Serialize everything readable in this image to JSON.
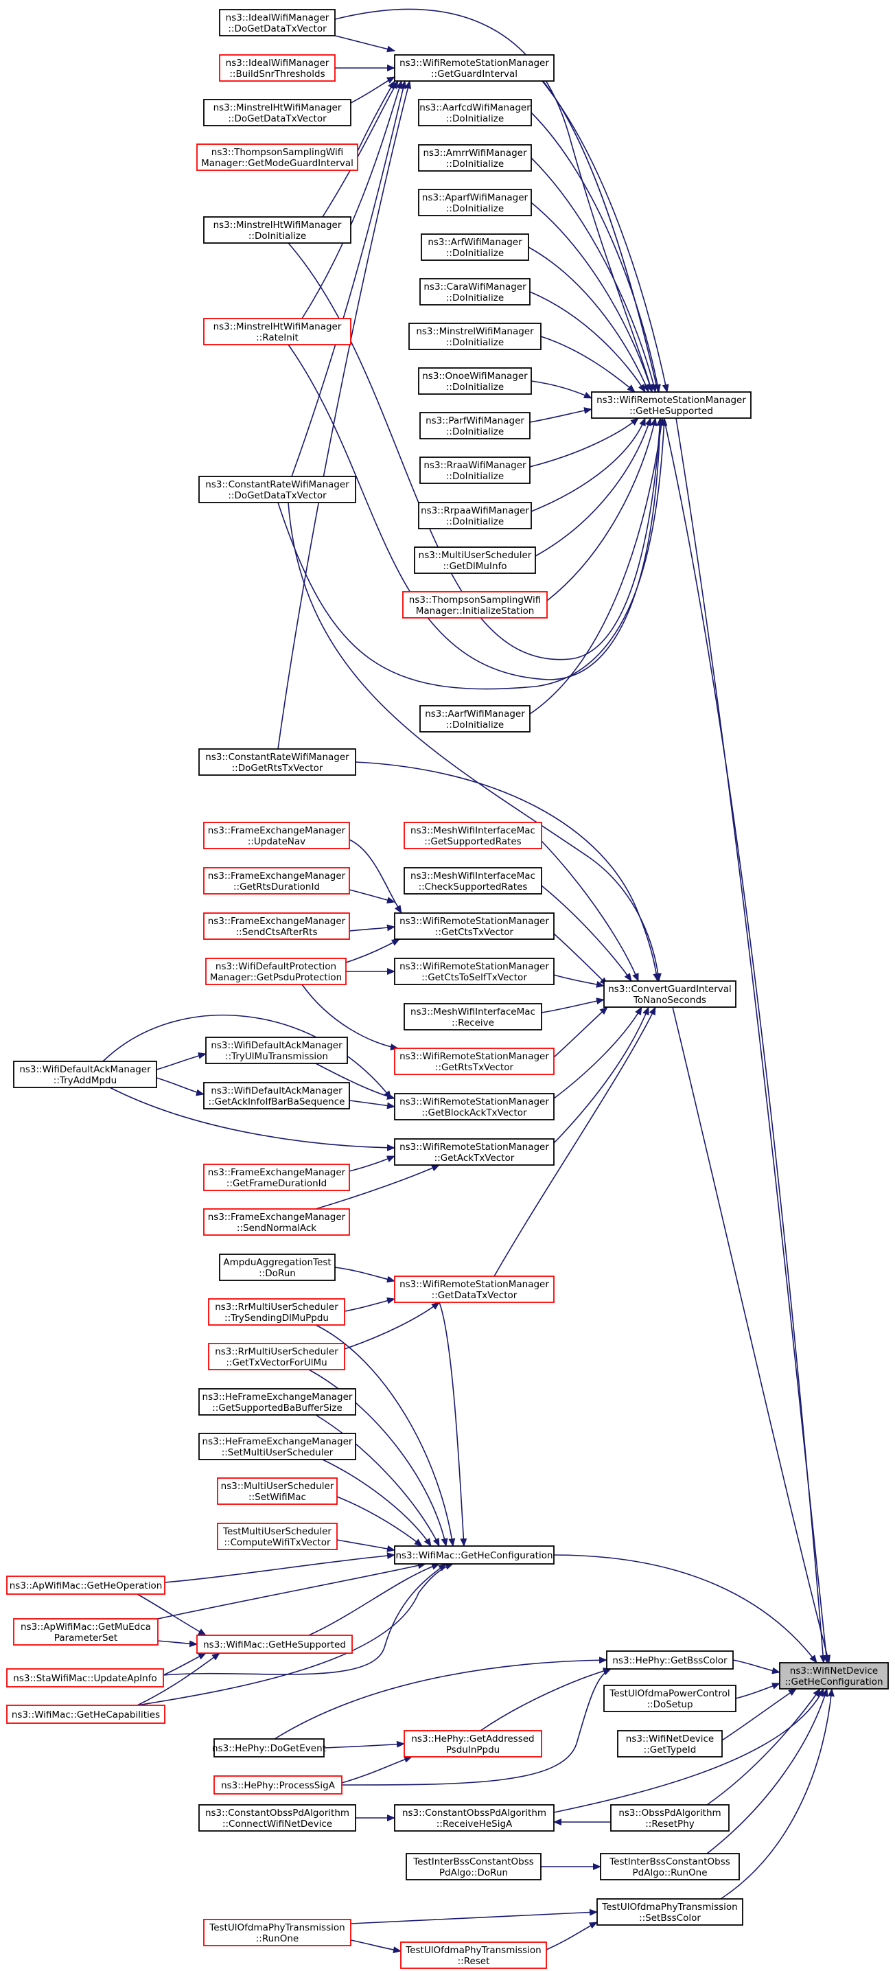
{
  "diagram": {
    "kind": "caller-graph",
    "colors": {
      "edge": "#191970",
      "node_border": "#000000",
      "node_border_incomplete": "#ff0000",
      "root_fill": "#bfbfbf"
    },
    "nodes": [
      {
        "id": "ideal_dodata",
        "l1": "ns3::IdealWifiManager",
        "l2": "::DoGetDataTxVector",
        "style": "black"
      },
      {
        "id": "ideal_snr",
        "l1": "ns3::IdealWifiManager",
        "l2": "::BuildSnrThresholds",
        "style": "red"
      },
      {
        "id": "minstrelht_dodata",
        "l1": "ns3::MinstrelHtWifiManager",
        "l2": "::DoGetDataTxVector",
        "style": "black"
      },
      {
        "id": "thompson_mgi",
        "l1": "ns3::ThompsonSamplingWifi",
        "l2": "Manager::GetModeGuardInterval",
        "style": "red"
      },
      {
        "id": "minstrelht_init",
        "l1": "ns3::MinstrelHtWifiManager",
        "l2": "::DoInitialize",
        "style": "black"
      },
      {
        "id": "minstrelht_rate",
        "l1": "ns3::MinstrelHtWifiManager",
        "l2": "::RateInit",
        "style": "red"
      },
      {
        "id": "constrate_dodata",
        "l1": "ns3::ConstantRateWifiManager",
        "l2": "::DoGetDataTxVector",
        "style": "black"
      },
      {
        "id": "constrate_dorts",
        "l1": "ns3::ConstantRateWifiManager",
        "l2": "::DoGetRtsTxVector",
        "style": "black"
      },
      {
        "id": "getguard",
        "l1": "ns3::WifiRemoteStationManager",
        "l2": "::GetGuardInterval",
        "style": "black"
      },
      {
        "id": "aarfcd_init",
        "l1": "ns3::AarfcdWifiManager",
        "l2": "::DoInitialize",
        "style": "black"
      },
      {
        "id": "amrr_init",
        "l1": "ns3::AmrrWifiManager",
        "l2": "::DoInitialize",
        "style": "black"
      },
      {
        "id": "aparf_init",
        "l1": "ns3::AparfWifiManager",
        "l2": "::DoInitialize",
        "style": "black"
      },
      {
        "id": "arf_init",
        "l1": "ns3::ArfWifiManager",
        "l2": "::DoInitialize",
        "style": "black"
      },
      {
        "id": "cara_init",
        "l1": "ns3::CaraWifiManager",
        "l2": "::DoInitialize",
        "style": "black"
      },
      {
        "id": "minstrel_init",
        "l1": "ns3::MinstrelWifiManager",
        "l2": "::DoInitialize",
        "style": "black"
      },
      {
        "id": "onoe_init",
        "l1": "ns3::OnoeWifiManager",
        "l2": "::DoInitialize",
        "style": "black"
      },
      {
        "id": "parf_init",
        "l1": "ns3::ParfWifiManager",
        "l2": "::DoInitialize",
        "style": "black"
      },
      {
        "id": "rraa_init",
        "l1": "ns3::RraaWifiManager",
        "l2": "::DoInitialize",
        "style": "black"
      },
      {
        "id": "rrpaa_init",
        "l1": "ns3::RrpaaWifiManager",
        "l2": "::DoInitialize",
        "style": "black"
      },
      {
        "id": "mus_getdl",
        "l1": "ns3::MultiUserScheduler",
        "l2": "::GetDlMuInfo",
        "style": "black"
      },
      {
        "id": "thompson_init",
        "l1": "ns3::ThompsonSamplingWifi",
        "l2": "Manager::InitializeStation",
        "style": "red"
      },
      {
        "id": "aarf_init",
        "l1": "ns3::AarfWifiManager",
        "l2": "::DoInitialize",
        "style": "black"
      },
      {
        "id": "wrsm_hesup",
        "l1": "ns3::WifiRemoteStationManager",
        "l2": "::GetHeSupported",
        "style": "black"
      },
      {
        "id": "fem_updatenav",
        "l1": "ns3::FrameExchangeManager",
        "l2": "::UpdateNav",
        "style": "red"
      },
      {
        "id": "fem_rtsdur",
        "l1": "ns3::FrameExchangeManager",
        "l2": "::GetRtsDurationId",
        "style": "red"
      },
      {
        "id": "fem_sendcts",
        "l1": "ns3::FrameExchangeManager",
        "l2": "::SendCtsAfterRts",
        "style": "red"
      },
      {
        "id": "wdp_psdu",
        "l1": "ns3::WifiDefaultProtection",
        "l2": "Manager::GetPsduProtection",
        "style": "red"
      },
      {
        "id": "mesh_getsup",
        "l1": "ns3::MeshWifiInterfaceMac",
        "l2": "::GetSupportedRates",
        "style": "red"
      },
      {
        "id": "mesh_check",
        "l1": "ns3::MeshWifiInterfaceMac",
        "l2": "::CheckSupportedRates",
        "style": "black"
      },
      {
        "id": "wrsm_cts",
        "l1": "ns3::WifiRemoteStationManager",
        "l2": "::GetCtsTxVector",
        "style": "black"
      },
      {
        "id": "wrsm_ctsself",
        "l1": "ns3::WifiRemoteStationManager",
        "l2": "::GetCtsToSelfTxVector",
        "style": "black"
      },
      {
        "id": "mesh_receive",
        "l1": "ns3::MeshWifiInterfaceMac",
        "l2": "::Receive",
        "style": "black"
      },
      {
        "id": "convgi",
        "l1": "ns3::ConvertGuardInterval",
        "l2": "ToNanoSeconds",
        "style": "black"
      },
      {
        "id": "wdam_trymu",
        "l1": "ns3::WifiDefaultAckManager",
        "l2": "::TryUlMuTransmission",
        "style": "black"
      },
      {
        "id": "wrsm_rts",
        "l1": "ns3::WifiRemoteStationManager",
        "l2": "::GetRtsTxVector",
        "style": "red"
      },
      {
        "id": "wdam_tryadd",
        "l1": "ns3::WifiDefaultAckManager",
        "l2": "::TryAddMpdu",
        "style": "black"
      },
      {
        "id": "wdam_ackinfo",
        "l1": "ns3::WifiDefaultAckManager",
        "l2": "::GetAckInfoIfBarBaSequence",
        "style": "black"
      },
      {
        "id": "wrsm_blockack",
        "l1": "ns3::WifiRemoteStationManager",
        "l2": "::GetBlockAckTxVector",
        "style": "black"
      },
      {
        "id": "wrsm_ack",
        "l1": "ns3::WifiRemoteStationManager",
        "l2": "::GetAckTxVector",
        "style": "black"
      },
      {
        "id": "fem_framedur",
        "l1": "ns3::FrameExchangeManager",
        "l2": "::GetFrameDurationId",
        "style": "red"
      },
      {
        "id": "fem_sendack",
        "l1": "ns3::FrameExchangeManager",
        "l2": "::SendNormalAck",
        "style": "red"
      },
      {
        "id": "ampdu_dorun",
        "l1": "AmpduAggregationTest",
        "l2": "::DoRun",
        "style": "black"
      },
      {
        "id": "wrsm_data",
        "l1": "ns3::WifiRemoteStationManager",
        "l2": "::GetDataTxVector",
        "style": "red"
      },
      {
        "id": "rr_trydl",
        "l1": "ns3::RrMultiUserScheduler",
        "l2": "::TrySendingDlMuPpdu",
        "style": "red"
      },
      {
        "id": "rr_gettxul",
        "l1": "ns3::RrMultiUserScheduler",
        "l2": "::GetTxVectorForUlMu",
        "style": "red"
      },
      {
        "id": "hefem_getsupba",
        "l1": "ns3::HeFrameExchangeManager",
        "l2": "::GetSupportedBaBufferSize",
        "style": "black"
      },
      {
        "id": "hefem_setmus",
        "l1": "ns3::HeFrameExchangeManager",
        "l2": "::SetMultiUserScheduler",
        "style": "black"
      },
      {
        "id": "mus_setwifimac",
        "l1": "ns3::MultiUserScheduler",
        "l2": "::SetWifiMac",
        "style": "red"
      },
      {
        "id": "testmus_compute",
        "l1": "TestMultiUserScheduler",
        "l2": "::ComputeWifiTxVector",
        "style": "red"
      },
      {
        "id": "wifimac_hecfg",
        "l1": "ns3::WifiMac::GetHeConfiguration",
        "l2": "",
        "style": "black"
      },
      {
        "id": "apmac_heop",
        "l1": "ns3::ApWifiMac::GetHeOperation",
        "l2": "",
        "style": "red"
      },
      {
        "id": "apmac_muedca",
        "l1": "ns3::ApWifiMac::GetMuEdca",
        "l2": "ParameterSet",
        "style": "red"
      },
      {
        "id": "wifimac_hesup",
        "l1": "ns3::WifiMac::GetHeSupported",
        "l2": "",
        "style": "red"
      },
      {
        "id": "stamac_updateap",
        "l1": "ns3::StaWifiMac::UpdateApInfo",
        "l2": "",
        "style": "red"
      },
      {
        "id": "wifimac_hecap",
        "l1": "ns3::WifiMac::GetHeCapabilities",
        "l2": "",
        "style": "red"
      },
      {
        "id": "hephy_bsscolor",
        "l1": "ns3::HePhy::GetBssColor",
        "l2": "",
        "style": "black"
      },
      {
        "id": "testpower_setup",
        "l1": "TestUlOfdmaPowerControl",
        "l2": "::DoSetup",
        "style": "black"
      },
      {
        "id": "netdev_typeid",
        "l1": "ns3::WifiNetDevice",
        "l2": "::GetTypeId",
        "style": "black"
      },
      {
        "id": "hephy_doget",
        "l1": "ns3::HePhy::DoGetEvent",
        "l2": "",
        "style": "black"
      },
      {
        "id": "hephy_addr",
        "l1": "ns3::HePhy::GetAddressed",
        "l2": "PsduInPpdu",
        "style": "red"
      },
      {
        "id": "hephy_sigA",
        "l1": "ns3::HePhy::ProcessSigA",
        "l2": "",
        "style": "red"
      },
      {
        "id": "cobss_connect",
        "l1": "ns3::ConstantObssPdAlgorithm",
        "l2": "::ConnectWifiNetDevice",
        "style": "black"
      },
      {
        "id": "cobss_receive",
        "l1": "ns3::ConstantObssPdAlgorithm",
        "l2": "::ReceiveHeSigA",
        "style": "black"
      },
      {
        "id": "obss_reset",
        "l1": "ns3::ObssPdAlgorithm",
        "l2": "::ResetPhy",
        "style": "black"
      },
      {
        "id": "tib_dorun",
        "l1": "TestInterBssConstantObss",
        "l2": "PdAlgo::DoRun",
        "style": "black"
      },
      {
        "id": "tib_runone",
        "l1": "TestInterBssConstantObss",
        "l2": "PdAlgo::RunOne",
        "style": "black"
      },
      {
        "id": "tuph_setbss",
        "l1": "TestUlOfdmaPhyTransmission",
        "l2": "::SetBssColor",
        "style": "black"
      },
      {
        "id": "tuph_runone",
        "l1": "TestUlOfdmaPhyTransmission",
        "l2": "::RunOne",
        "style": "red"
      },
      {
        "id": "tuph_reset",
        "l1": "TestUlOfdmaPhyTransmission",
        "l2": "::Reset",
        "style": "red"
      },
      {
        "id": "netdev_hecfg",
        "l1": "ns3::WifiNetDevice",
        "l2": "::GetHeConfiguration",
        "style": "root"
      }
    ]
  }
}
